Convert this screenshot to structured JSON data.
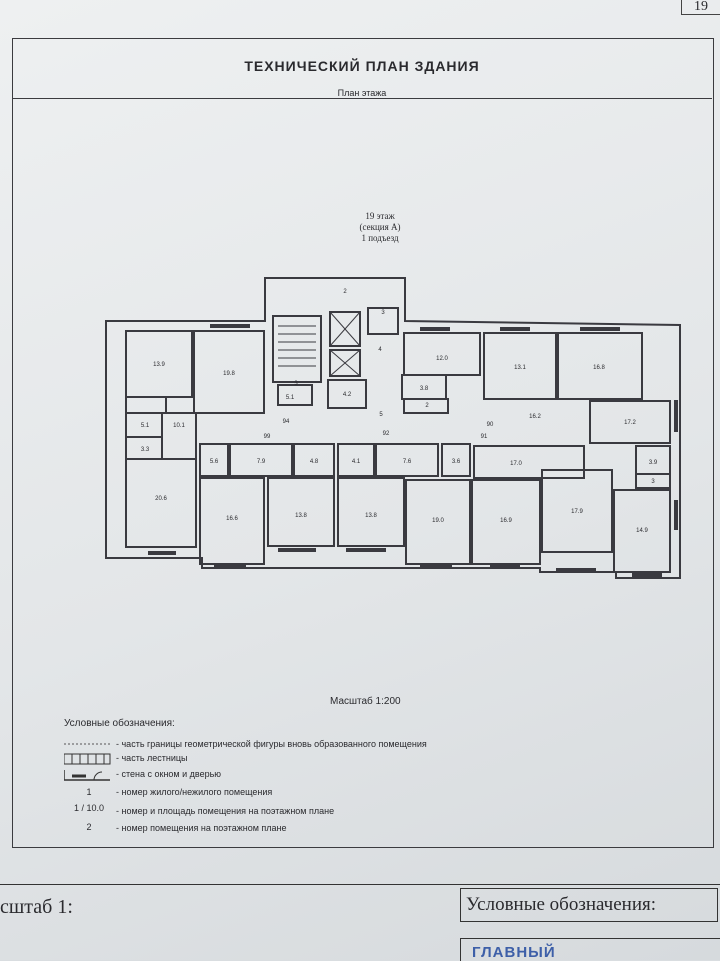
{
  "page_number": "19",
  "header": {
    "title": "ТЕХНИЧЕСКИЙ ПЛАН ЗДАНИЯ",
    "subtitle": "План этажа"
  },
  "floor_label": {
    "line1": "19 этаж",
    "line2": "(секция А)",
    "line3": "1 подъезд"
  },
  "plan": {
    "room_areas": [
      "13.9",
      "19.8",
      "12.0",
      "13.1",
      "16.8",
      "10.1",
      "5.1",
      "4.2",
      "3.8",
      "16.2",
      "17.2",
      "5.1",
      "3.3",
      "5.6",
      "7.9",
      "4.8",
      "4.1",
      "7.6",
      "3.6",
      "17.0",
      "3.9",
      "20.6",
      "16.6",
      "13.8",
      "13.8",
      "19.0",
      "16.9",
      "17.9",
      "14.9"
    ],
    "room_numbers": [
      "2",
      "3",
      "4",
      "5",
      "3",
      "2",
      "3"
    ],
    "corridor_marks": [
      "94",
      "99",
      "92",
      "90",
      "91"
    ]
  },
  "scale": "Масштаб 1:200",
  "legend": {
    "title": "Условные обозначения:",
    "items": [
      {
        "symbol": "",
        "text": "- часть границы геометрической фигуры вновь образованного помещения"
      },
      {
        "symbol": "",
        "text": "- часть лестницы"
      },
      {
        "symbol": "",
        "text": "- стена с окном и дверью"
      },
      {
        "symbol": "1",
        "text": "- номер жилого/нежилого помещения"
      },
      {
        "symbol": "1 / 10.0",
        "text": "- номер и площадь помещения на поэтажном плане"
      },
      {
        "symbol": "2",
        "text": "- номер помещения на поэтажном плане"
      }
    ]
  },
  "bottom": {
    "left_text": "сштаб 1:",
    "right_text": "Условные обозначения:",
    "stamp": "ГЛАВНЫЙ"
  }
}
